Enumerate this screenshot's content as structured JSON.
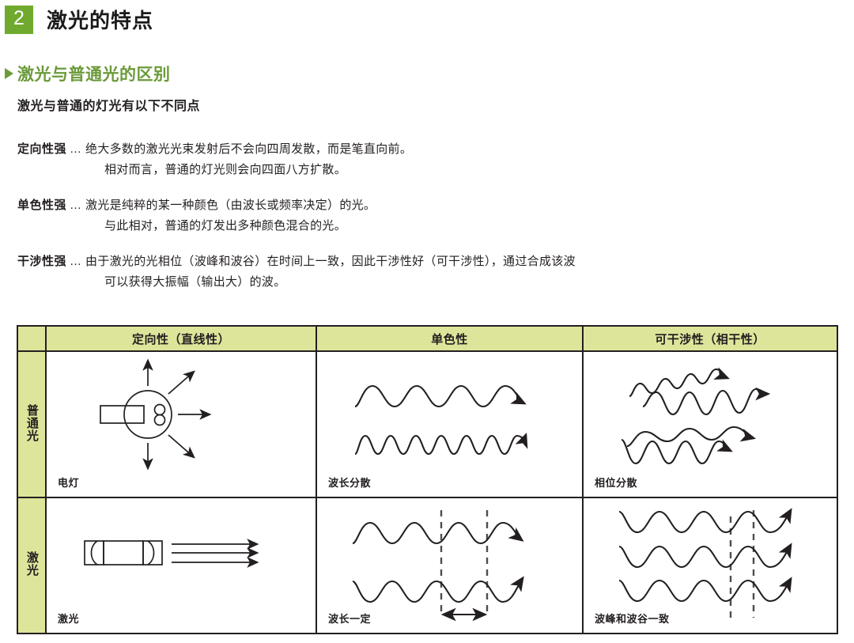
{
  "header": {
    "badge_number": "2",
    "title": "激光的特点",
    "badge_color": "#6faa2e"
  },
  "section": {
    "marker_icon": "triangle-right-icon",
    "heading": "激光与普通光的区别",
    "heading_color": "#6b9a3a"
  },
  "lead": "激光与普通的灯光有以下不同点",
  "features": [
    {
      "label": "定向性强",
      "dots": "…",
      "line1": "绝大多数的激光光束发射后不会向四周发散，而是笔直向前。",
      "line2": "相对而言，普通的灯光则会向四面八方扩散。"
    },
    {
      "label": "单色性强",
      "dots": "…",
      "line1": "激光是纯粹的某一种颜色（由波长或频率决定）的光。",
      "line2": "与此相对，普通的灯发出多种颜色混合的光。"
    },
    {
      "label": "干涉性强",
      "dots": "…",
      "line1": "由于激光的光相位（波峰和波谷）在时间上一致，因此干涉性好（可干涉性），通过合成该波",
      "line2": "可以获得大振幅（输出大）的波。"
    }
  ],
  "table": {
    "header_bg": "#dde59a",
    "border_color": "#231f20",
    "corner_label": "",
    "columns": [
      "定向性（直线性）",
      "单色性",
      "可干涉性（相干性）"
    ],
    "rows": [
      {
        "label": "普通光",
        "cells": [
          {
            "caption": "电灯",
            "diagram": "lightbulb-radiating-arrows"
          },
          {
            "caption": "波长分散",
            "diagram": "two-waves-different-wavelength"
          },
          {
            "caption": "相位分散",
            "diagram": "four-waves-random-phase"
          }
        ]
      },
      {
        "label": "激光",
        "cells": [
          {
            "caption": "激光",
            "diagram": "laser-device-parallel-beams"
          },
          {
            "caption": "波长一定",
            "diagram": "two-waves-same-wavelength-dashed-measure"
          },
          {
            "caption": "波峰和波谷一致",
            "diagram": "three-waves-in-phase-dashed"
          }
        ]
      }
    ]
  }
}
